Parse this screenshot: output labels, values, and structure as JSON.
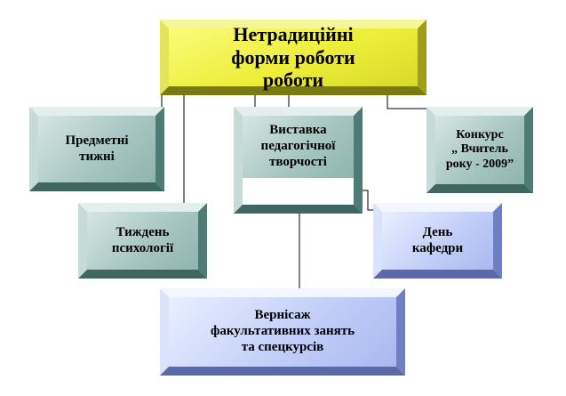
{
  "diagram": {
    "root": {
      "label": "Нетрадиційні\nформи роботи\nроботи"
    },
    "nodes": [
      {
        "key": "subject_weeks",
        "label": "Предметні\nтижні"
      },
      {
        "key": "exhibition",
        "label": "Виставка\nпедагогічної\nтворчості"
      },
      {
        "key": "contest",
        "label": "Конкурс\n„ Вчитель\nроку - 2009”"
      },
      {
        "key": "psychology_week",
        "label": "Тиждень\nпсихології"
      },
      {
        "key": "department_day",
        "label": "День\nкафедри"
      },
      {
        "key": "vernissage",
        "label": "Вернісаж\nфакультативних занять\nта спецкурсів"
      }
    ]
  },
  "colors": {
    "root_fill": "#eded3a",
    "teal_fill": "#a8c6c2",
    "blue_fill": "#c3cff8",
    "connector": "#000000"
  }
}
